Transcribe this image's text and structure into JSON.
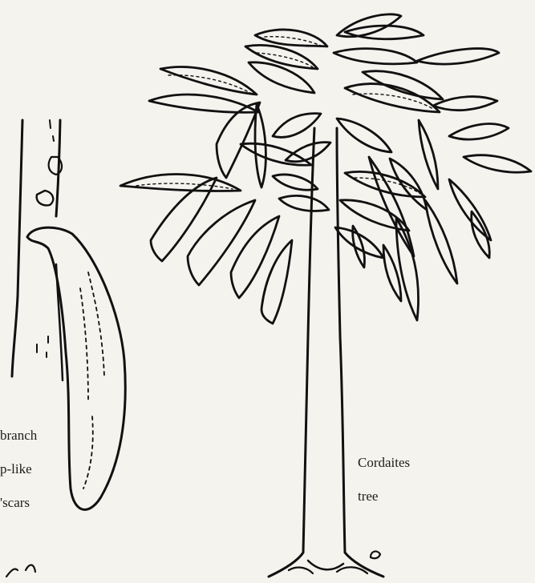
{
  "labels": {
    "branch_lines": [
      "branch",
      "p-like",
      "'scars"
    ],
    "tree_lines": [
      "Cordaites",
      "tree"
    ]
  },
  "colors": {
    "ink": "#111111",
    "paper": "#f4f3ee"
  }
}
